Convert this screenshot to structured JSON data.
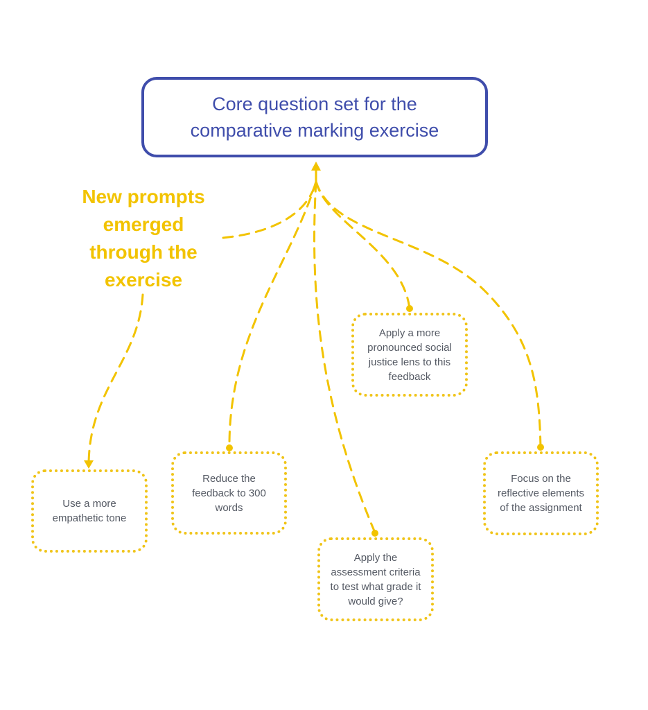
{
  "core": {
    "title": "Core question set for the comparative marking exercise"
  },
  "annotation": {
    "text": "New prompts emerged through the exercise"
  },
  "prompts": [
    {
      "id": "empathetic",
      "label": "Use a more empathetic tone"
    },
    {
      "id": "reduce",
      "label": "Reduce the feedback to 300 words"
    },
    {
      "id": "assessment",
      "label": "Apply the assessment criteria to test what grade it would give?"
    },
    {
      "id": "social",
      "label": "Apply a more pronounced social justice lens to this feedback"
    },
    {
      "id": "reflective",
      "label": "Focus on the reflective elements of the assignment"
    }
  ],
  "colors": {
    "core_border": "#3f4dab",
    "accent_yellow": "#f2c300",
    "prompt_text": "#555a64"
  }
}
